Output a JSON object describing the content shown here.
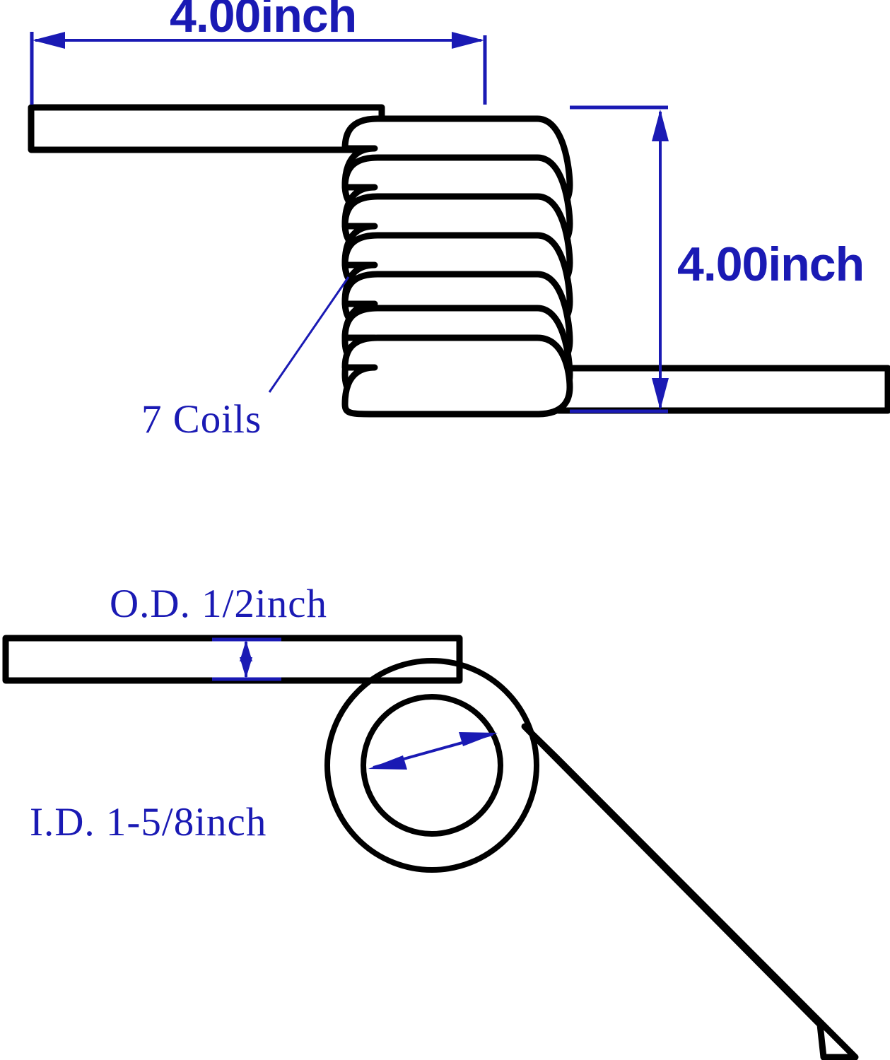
{
  "drawing": {
    "title": "Torsion Spring Dimensioned Drawing",
    "colors": {
      "dimension_blue": "#1a1ab4",
      "outline_black": "#000000",
      "background": "#ffffff"
    },
    "views": [
      {
        "name": "side-view",
        "description": "Side elevation of torsion spring showing helical coil body with two straight legs"
      },
      {
        "name": "end-view",
        "description": "End / axial view of torsion spring showing annular coil cross-section with one straight leg and one angled leg"
      }
    ],
    "dimensions": {
      "leg_length": {
        "label": "4.00inch",
        "orientation": "horizontal",
        "view": "side-view"
      },
      "body_height": {
        "label": "4.00inch",
        "orientation": "vertical",
        "view": "side-view"
      },
      "wire_diameter": {
        "label": "O.D. 1/2inch",
        "orientation": "vertical",
        "view": "end-view"
      },
      "inner_diameter": {
        "label": "I.D. 1-5/8inch",
        "orientation": "diagonal",
        "view": "end-view"
      }
    },
    "annotations": {
      "coil_count": {
        "label": "7 Coils",
        "value": 7,
        "view": "side-view"
      }
    }
  }
}
